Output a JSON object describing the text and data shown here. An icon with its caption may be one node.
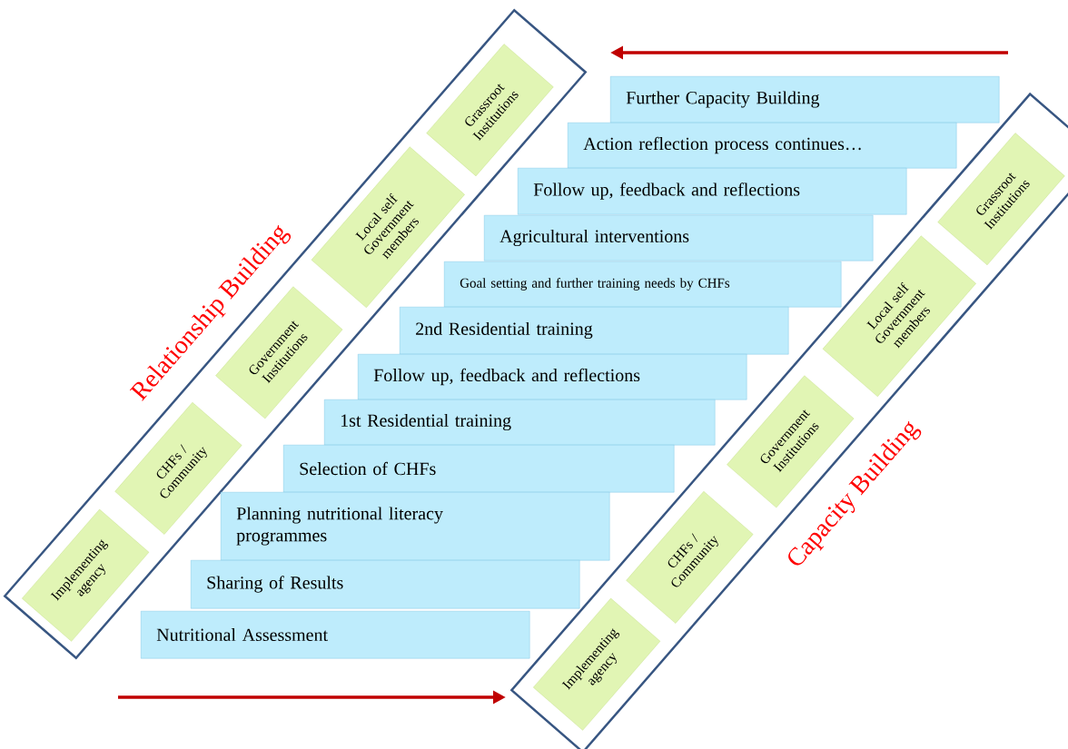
{
  "diagram": {
    "nodes": [
      {
        "text": [
          "Relationship Building"
        ]
      },
      {
        "text": [
          "Implementing agency"
        ],
        "in": 0
      },
      {
        "text": [
          "CHFs / Community"
        ],
        "in": 0
      },
      {
        "text": [
          "Government Institutions"
        ],
        "in": 0
      },
      {
        "text": [
          "Local self Government members"
        ],
        "in": 0
      },
      {
        "text": [
          "Grassroot Institutions"
        ],
        "in": 0
      },
      {
        "text": [
          "Further Capacity Building"
        ]
      },
      {
        "text": [
          "Action reflection process continues…"
        ]
      },
      {
        "text": [
          "Follow up, feedback and reflections"
        ]
      },
      {
        "text": [
          "Agricultural interventions"
        ]
      },
      {
        "text": [
          "Goal setting and further training needs by CHFs"
        ]
      },
      {
        "text": [
          "2nd Residential training"
        ]
      },
      {
        "text": [
          "Follow up, feedback and reflections"
        ]
      },
      {
        "text": [
          "1st Residential training"
        ]
      },
      {
        "text": [
          "Selection of CHFs"
        ]
      },
      {
        "text": [
          "Planning nutritional literacy programmes"
        ]
      },
      {
        "text": [
          "Sharing of Results"
        ]
      },
      {
        "text": [
          "Nutritional Assessment"
        ]
      },
      {
        "text": [
          "Capacity Building"
        ]
      },
      {
        "text": [
          "Implementing agency"
        ],
        "in": 18
      },
      {
        "text": [
          "CHFs / Community"
        ],
        "in": 18
      },
      {
        "text": [
          "Government Institutions"
        ],
        "in": 18
      },
      {
        "text": [
          "Local self Government members"
        ],
        "in": 18
      },
      {
        "text": [
          "Grassroot Institutions"
        ],
        "in": 18
      }
    ]
  }
}
